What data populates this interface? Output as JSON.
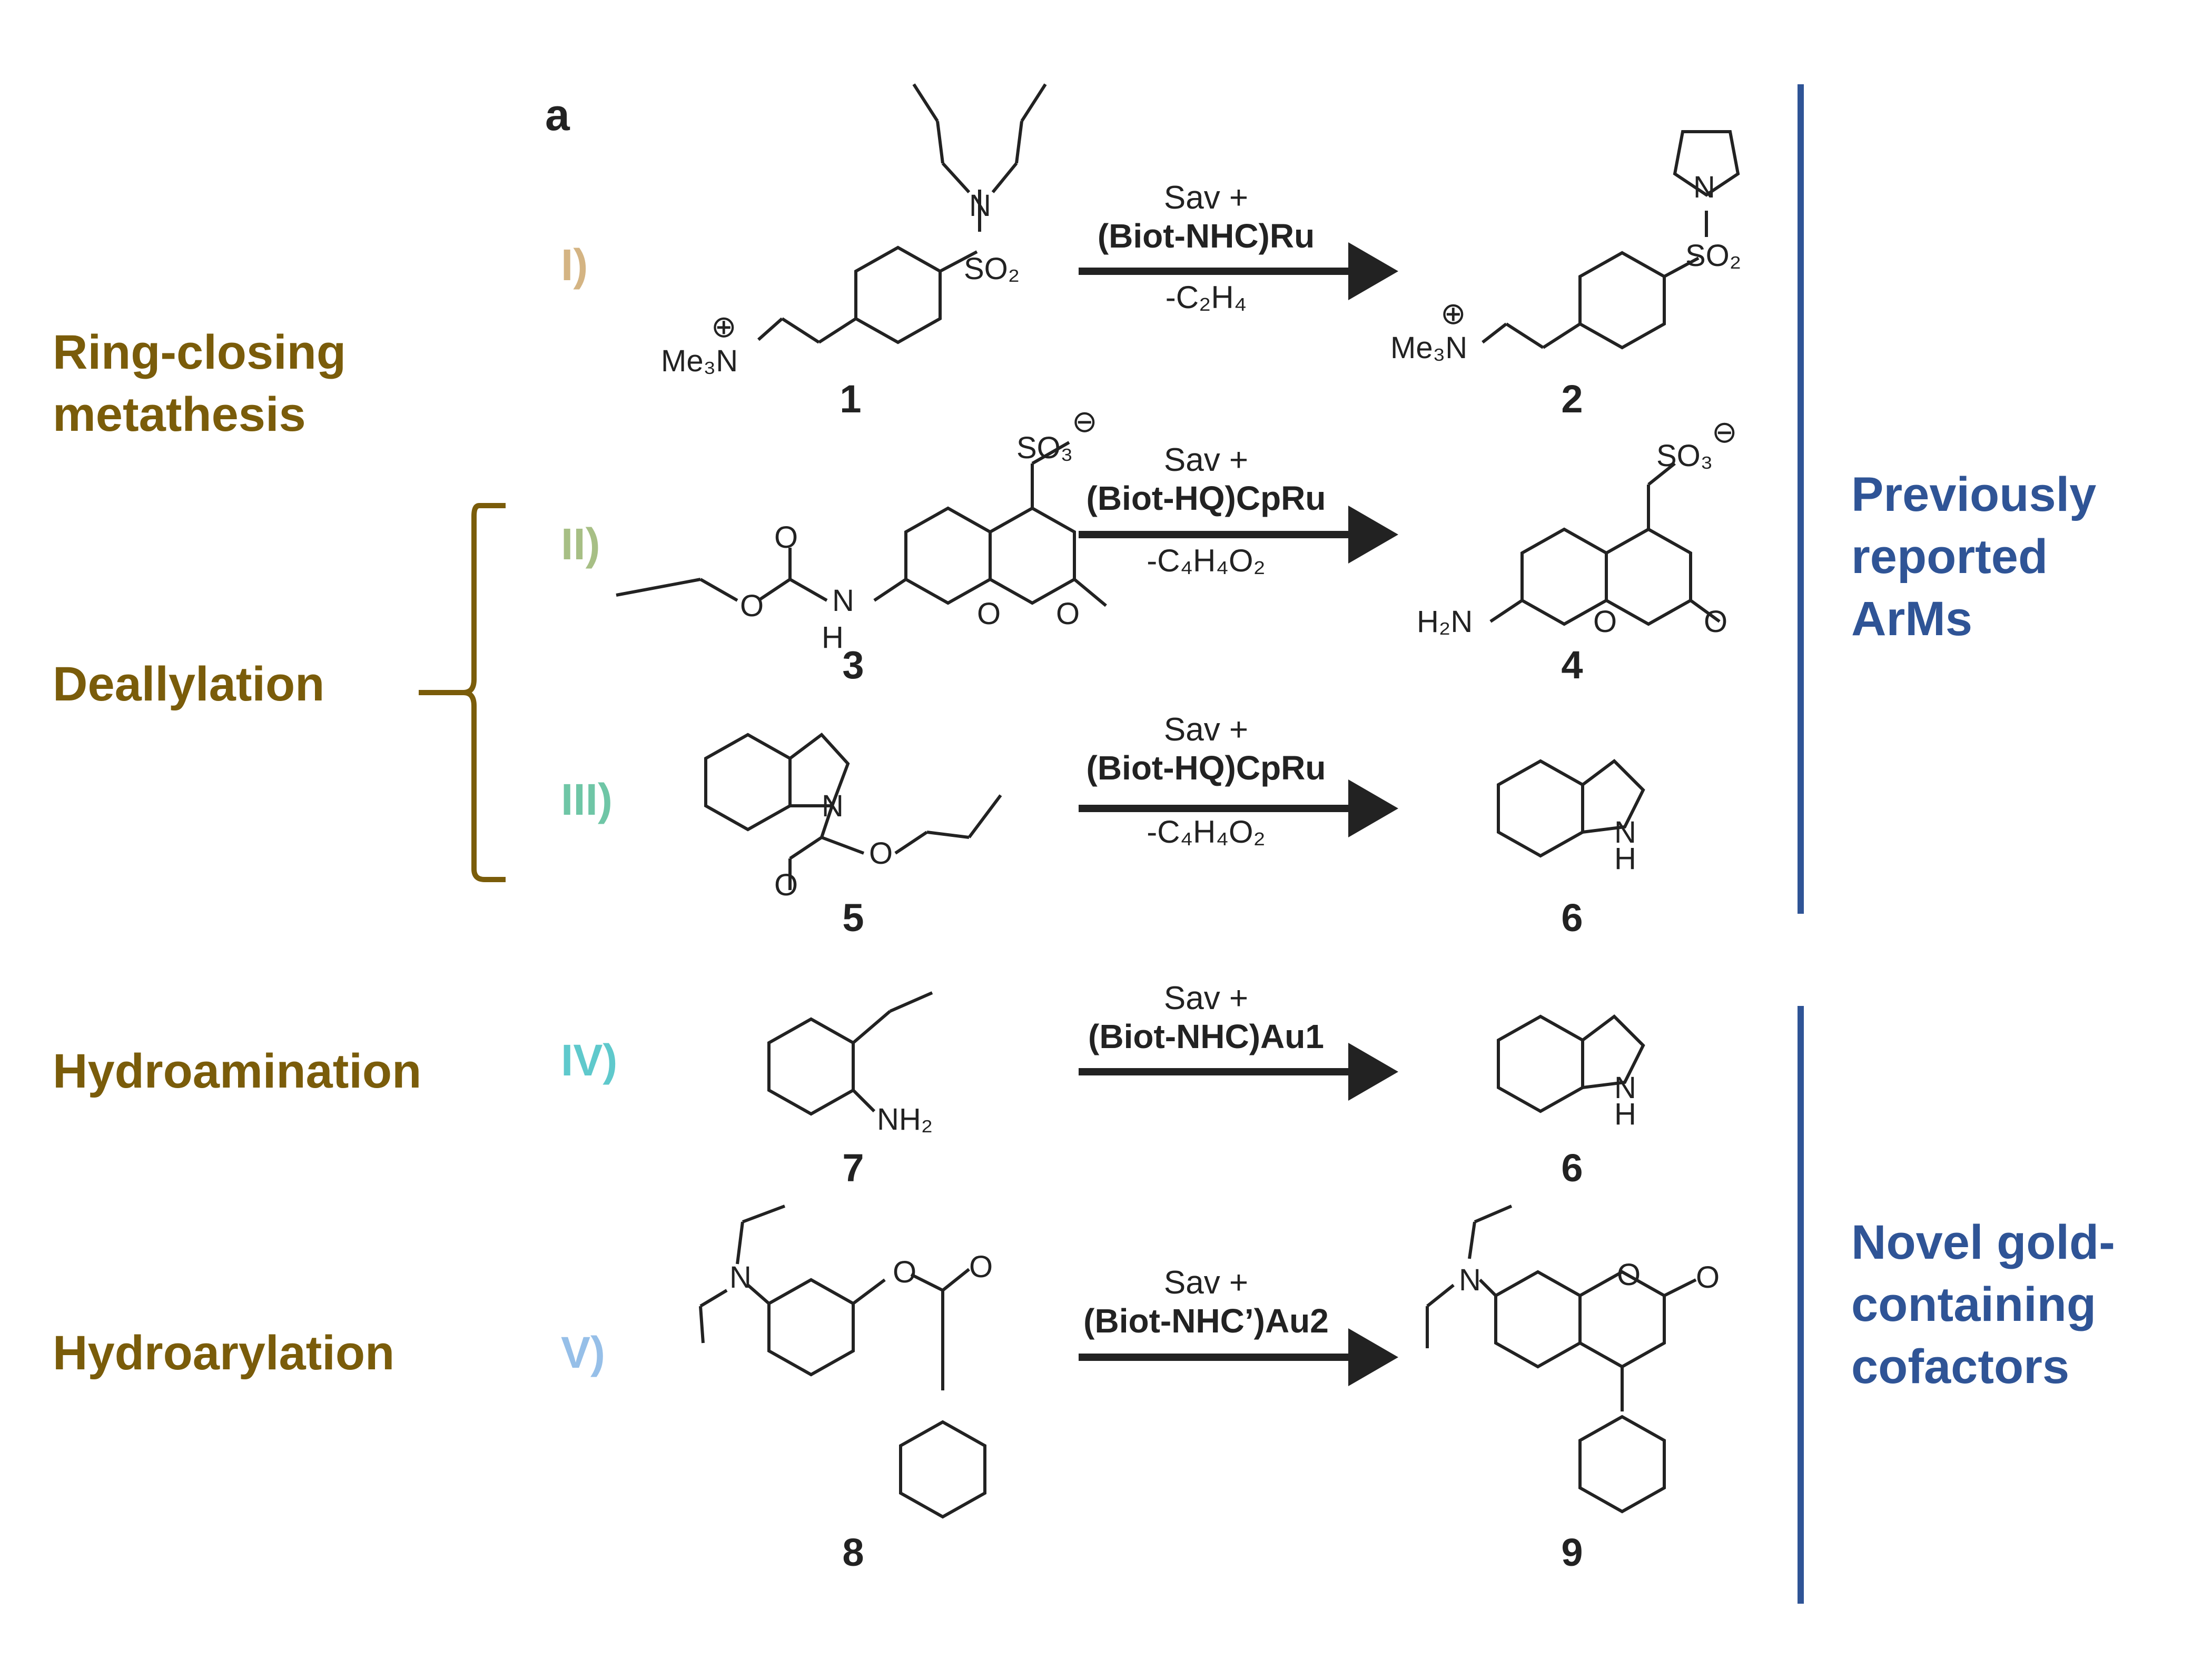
{
  "panel_label": "a",
  "categories": [
    {
      "label": "Ring-closing metathesis"
    },
    {
      "label": "Deallylation"
    },
    {
      "label": "Hydroamination"
    },
    {
      "label": "Hydroarylation"
    }
  ],
  "side_labels": {
    "previous": "Previously reported ArMs",
    "novel": "Novel gold-containing cofactors"
  },
  "colors": {
    "category_text": "#7a5c0a",
    "side_text": "#2f5496",
    "roman_I": "#d4b483",
    "roman_II": "#a7bf85",
    "roman_III": "#6fc6a6",
    "roman_IV": "#5fc9cc",
    "roman_V": "#96bfe8"
  },
  "reactions": [
    {
      "roman": "I)",
      "reagent_top": "Sav +",
      "catalyst": "(Biot-NHC)Ru",
      "byproduct": "-C₂H₄",
      "substrate_id": "1",
      "product_id": "2"
    },
    {
      "roman": "II)",
      "reagent_top": "Sav +",
      "catalyst": "(Biot-HQ)CpRu",
      "byproduct": "-C₄H₄O₂",
      "substrate_id": "3",
      "product_id": "4"
    },
    {
      "roman": "III)",
      "reagent_top": "Sav +",
      "catalyst": "(Biot-HQ)CpRu",
      "byproduct": "-C₄H₄O₂",
      "substrate_id": "5",
      "product_id": "6"
    },
    {
      "roman": "IV)",
      "reagent_top": "Sav +",
      "catalyst": "(Biot-NHC)Au1",
      "byproduct": "",
      "substrate_id": "7",
      "product_id": "6"
    },
    {
      "roman": "V)",
      "reagent_top": "Sav +",
      "catalyst": "(Biot-NHC’)Au2",
      "byproduct": "",
      "substrate_id": "8",
      "product_id": "9"
    }
  ],
  "atom_labels": {
    "me3n": "Me₃N",
    "so2": "SO₂",
    "so3": "SO₃",
    "n": "N",
    "o": "O",
    "h": "H",
    "h2n": "H₂N",
    "nh2": "NH₂",
    "nh": "N",
    "plus": "⊕",
    "minus": "⊖"
  }
}
